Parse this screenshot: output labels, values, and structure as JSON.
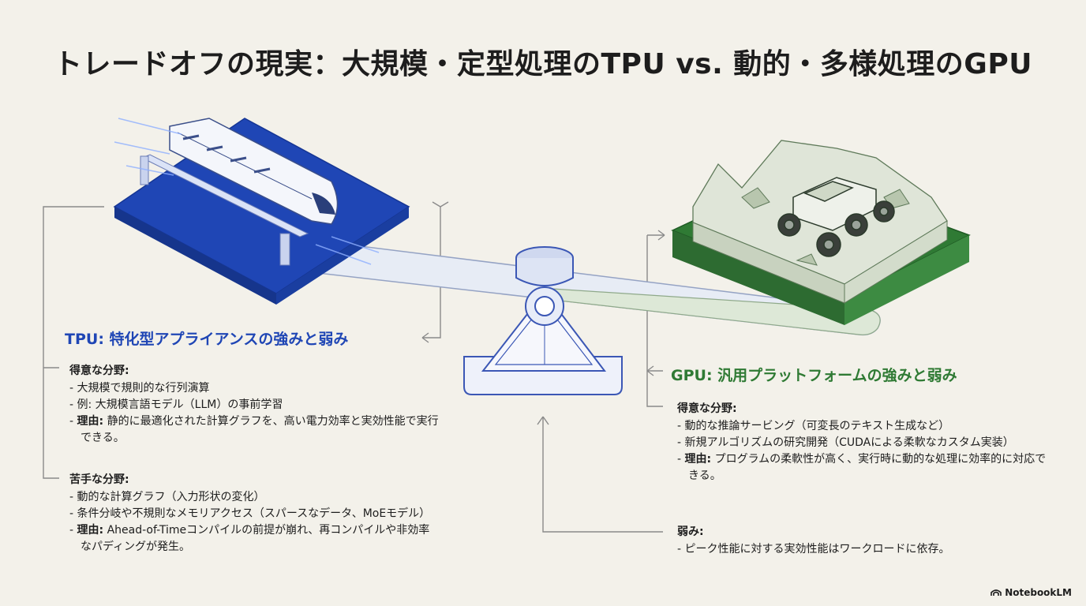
{
  "title": "トレードオフの現実：大規模・定型処理のTPU vs. 動的・多様処理のGPU",
  "tpu": {
    "heading": "TPU: 特化型アプライアンスの強みと弱み",
    "strengths_title": "得意な分野:",
    "strengths": [
      {
        "text": "大規模で規則的な行列演算"
      },
      {
        "text": "例: 大規模言語モデル（LLM）の事前学習"
      },
      {
        "label": "理由:",
        "text": " 静的に最適化された計算グラフを、高い電力効率と実効性能で実行できる。"
      }
    ],
    "weaknesses_title": "苦手な分野:",
    "weaknesses": [
      {
        "text": "動的な計算グラフ（入力形状の変化）"
      },
      {
        "text": "条件分岐や不規則なメモリアクセス（スパースなデータ、MoEモデル）"
      },
      {
        "label": "理由:",
        "text": " Ahead-of-Timeコンパイルの前提が崩れ、再コンパイルや非効率なパディングが発生。"
      }
    ]
  },
  "gpu": {
    "heading": "GPU: 汎用プラットフォームの強みと弱み",
    "strengths_title": "得意な分野:",
    "strengths": [
      {
        "text": "動的な推論サービング（可変長のテキスト生成など）"
      },
      {
        "text": "新規アルゴリズムの研究開発（CUDAによる柔軟なカスタム実装）"
      },
      {
        "label": "理由:",
        "text": " プログラムの柔軟性が高く、実行時に動的な処理に効率的に対応できる。"
      }
    ],
    "weaknesses_title": "弱み:",
    "weaknesses": [
      {
        "text": "ピーク性能に対する実効性能はワークロードに依存。"
      }
    ]
  },
  "brand": "NotebookLM",
  "colors": {
    "tpu": "#1f46b5",
    "gpu": "#2f7a34",
    "background": "#f3f1ea"
  },
  "icons": {
    "tpu_illustration": "bullet-train-icon",
    "gpu_illustration": "offroad-truck-icon",
    "balance": "seesaw-icon"
  }
}
